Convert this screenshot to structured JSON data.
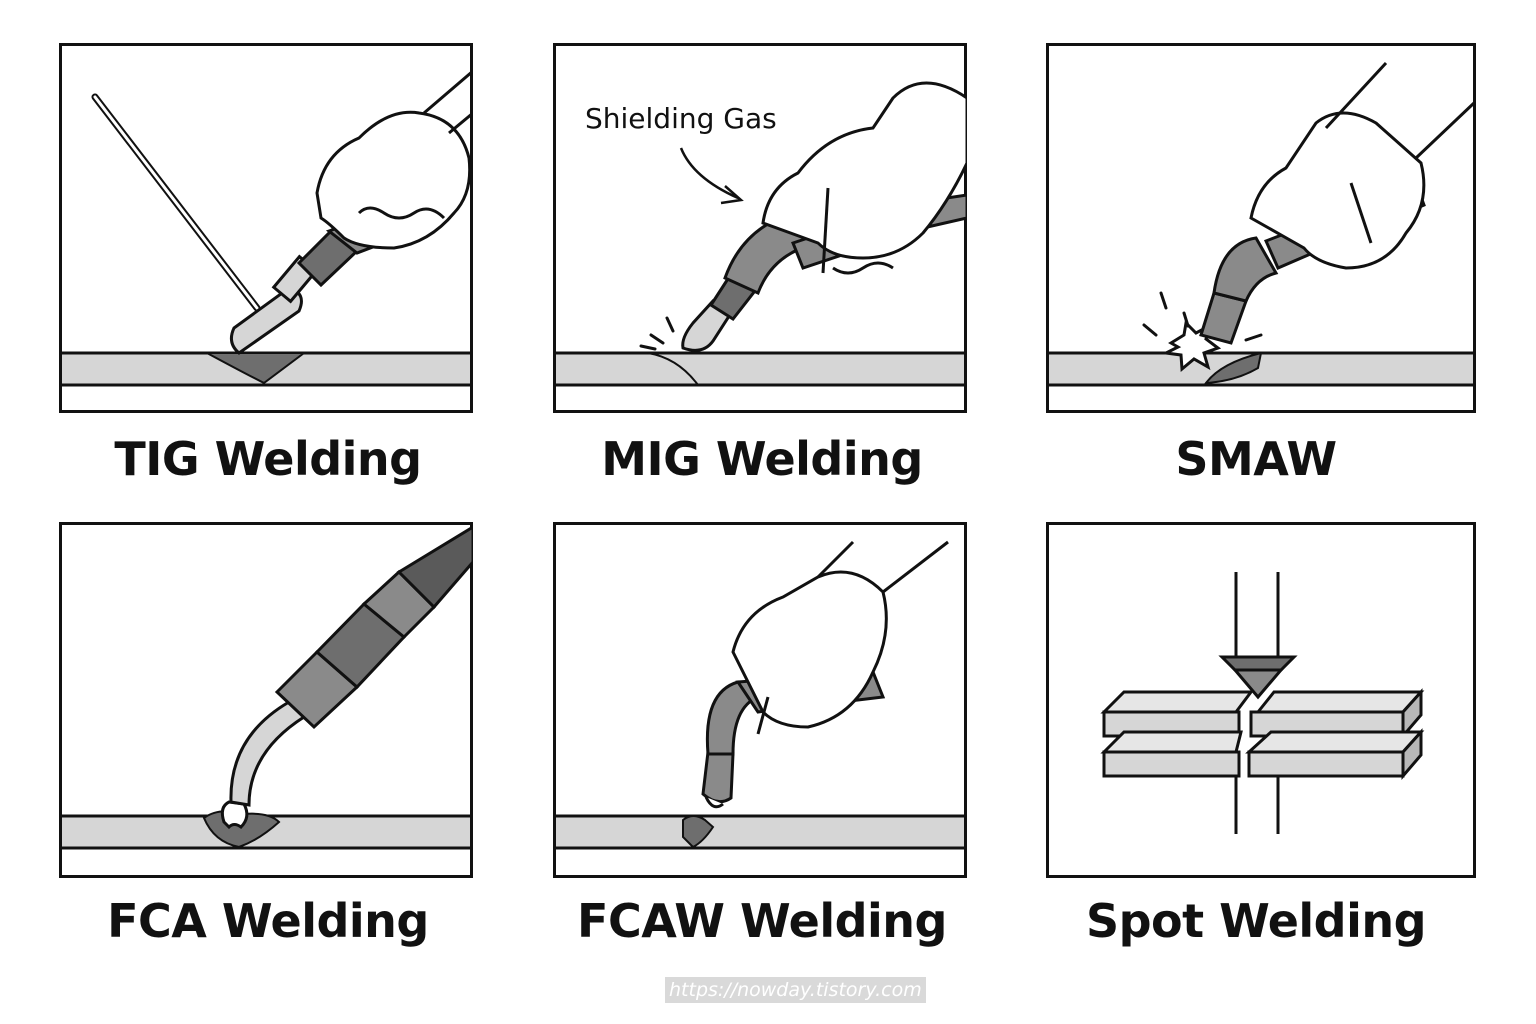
{
  "panels": [
    {
      "title": "TIG Welding"
    },
    {
      "title": "MIG Welding",
      "annotation": "Shielding Gas"
    },
    {
      "title": "SMAW"
    },
    {
      "title": "FCA Welding"
    },
    {
      "title": "FCAW Welding"
    },
    {
      "title": "Spot Welding"
    }
  ],
  "watermark": "https://nowday.tistory.com",
  "colors": {
    "outline": "#111111",
    "plate": "#d6d6d6",
    "torch": "#8a8a8a",
    "dark": "#5a5a5a",
    "pool": "#6e6e6e"
  }
}
